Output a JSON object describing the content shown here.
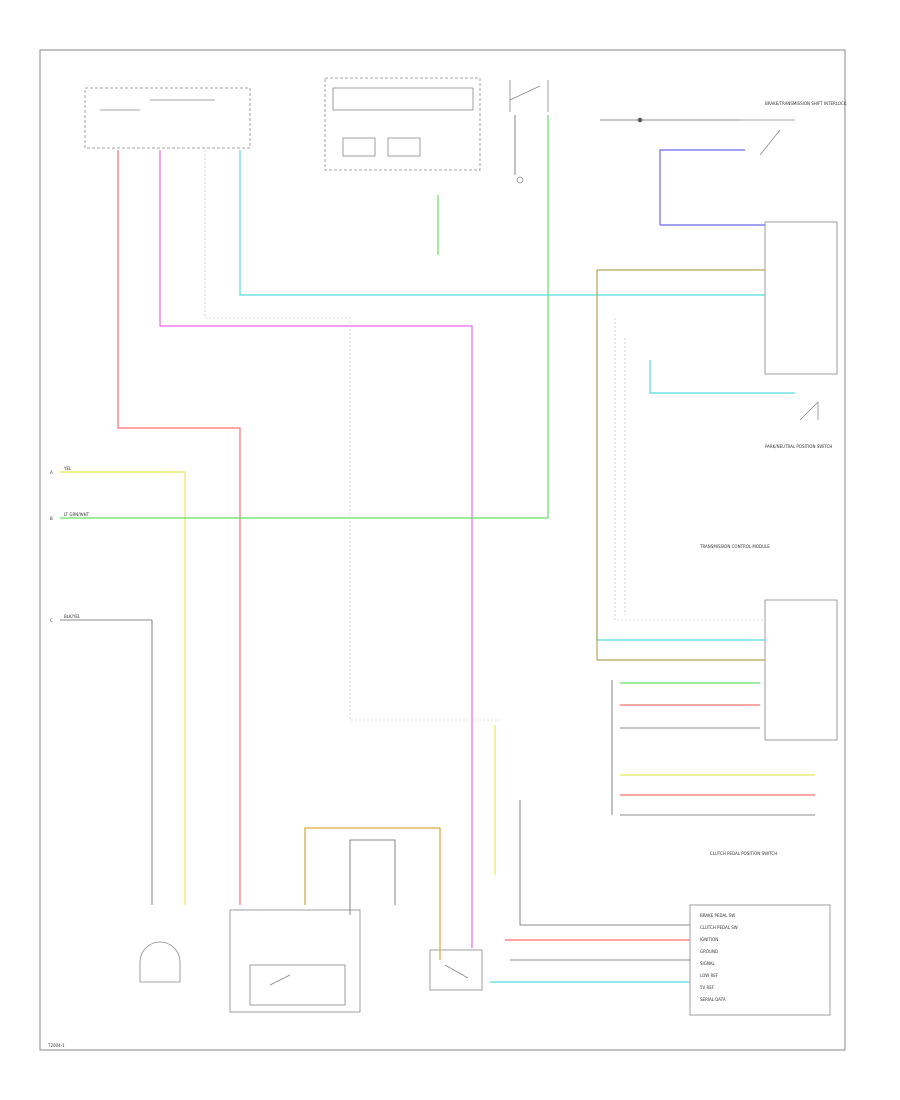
{
  "footer_code": "T2004-1",
  "wires": {
    "red": "#ff6f6f",
    "magenta": "#ee66ee",
    "yellow": "#e8e85a",
    "green": "#66e066",
    "cyan": "#55dddd",
    "blue": "#6a6aee",
    "tan": "#b8a25a",
    "orange": "#e0b85a",
    "black": "#444444",
    "gray": "#aaaaaa"
  },
  "left_terminals": [
    {
      "letter": "A",
      "label": "YEL"
    },
    {
      "letter": "B",
      "label": "LT GRN/WHT"
    },
    {
      "letter": "C",
      "label": "BLK/YEL"
    }
  ],
  "right_labels": [
    "BRAKE/TRANSMISSION SHIFT INTERLOCK",
    "TRANSMISSION CONTROL MODULE",
    "CLUTCH PEDAL POSITION SWITCH",
    "PARK/NEUTRAL POSITION SWITCH"
  ],
  "module_pins": [
    "BRAKE PEDAL SW",
    "CLUTCH PEDAL SW",
    "IGNITION",
    "GROUND",
    "SIGNAL",
    "LOW REF",
    "5V REF",
    "SERIAL DATA"
  ]
}
